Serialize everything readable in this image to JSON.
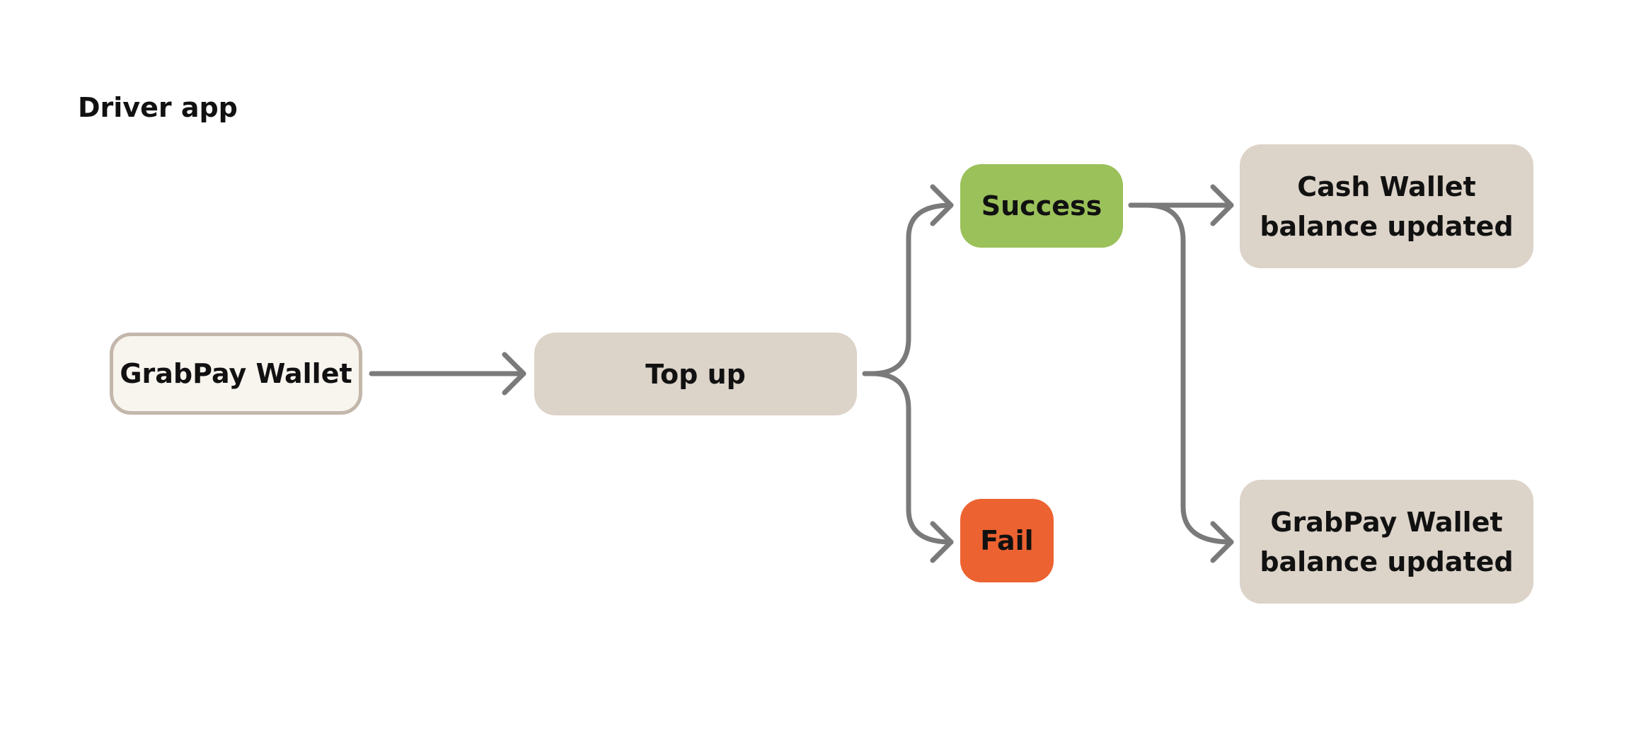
{
  "diagram": {
    "title": "Driver app",
    "nodes": {
      "grabpay_wallet": {
        "label": "GrabPay Wallet",
        "color": "#f8f4ee"
      },
      "top_up": {
        "label": "Top up",
        "color": "#dcd3c9"
      },
      "success": {
        "label": "Success",
        "color": "#9bc15a"
      },
      "fail": {
        "label": "Fail",
        "color": "#ec6231"
      },
      "cash_wallet_updated": {
        "line1": "Cash Wallet",
        "line2": "balance updated",
        "color": "#dcd3c9"
      },
      "grabpay_wallet_updated": {
        "line1": "GrabPay Wallet",
        "line2": "balance updated",
        "color": "#dcd3c9"
      }
    },
    "edges": [
      {
        "from": "GrabPay Wallet",
        "to": "Top up"
      },
      {
        "from": "Top up",
        "to": "Success"
      },
      {
        "from": "Top up",
        "to": "Fail"
      },
      {
        "from": "Success",
        "to": "Cash Wallet balance updated"
      },
      {
        "from": "Success",
        "to": "GrabPay Wallet balance updated"
      }
    ],
    "connector_color": "#7a7a7a"
  }
}
